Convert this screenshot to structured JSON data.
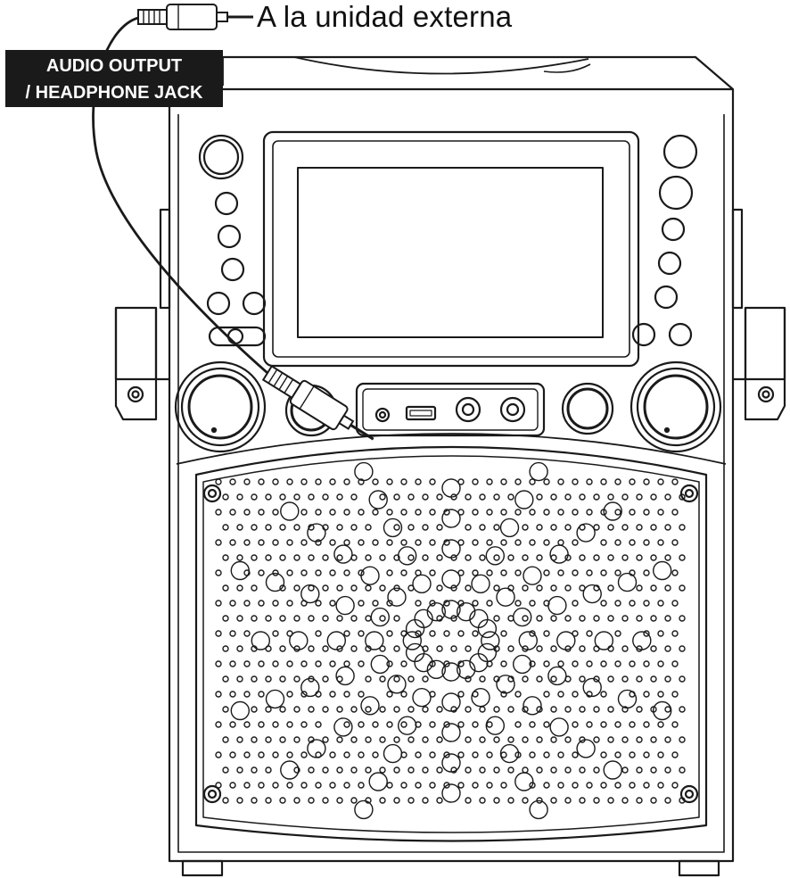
{
  "callout": {
    "destination_text": "A la unidad externa"
  },
  "port_label": {
    "line1": "AUDIO OUTPUT",
    "line2": "/ HEADPHONE JACK"
  },
  "colors": {
    "ink": "#1a1a1a",
    "label_background": "#1a1a1a",
    "label_text": "#ffffff",
    "background": "#ffffff"
  },
  "icons": [
    "audio-plug-icon",
    "headphone-jack-icon",
    "usb-port-icon",
    "mic-jack-icon",
    "volume-knob-icon"
  ]
}
